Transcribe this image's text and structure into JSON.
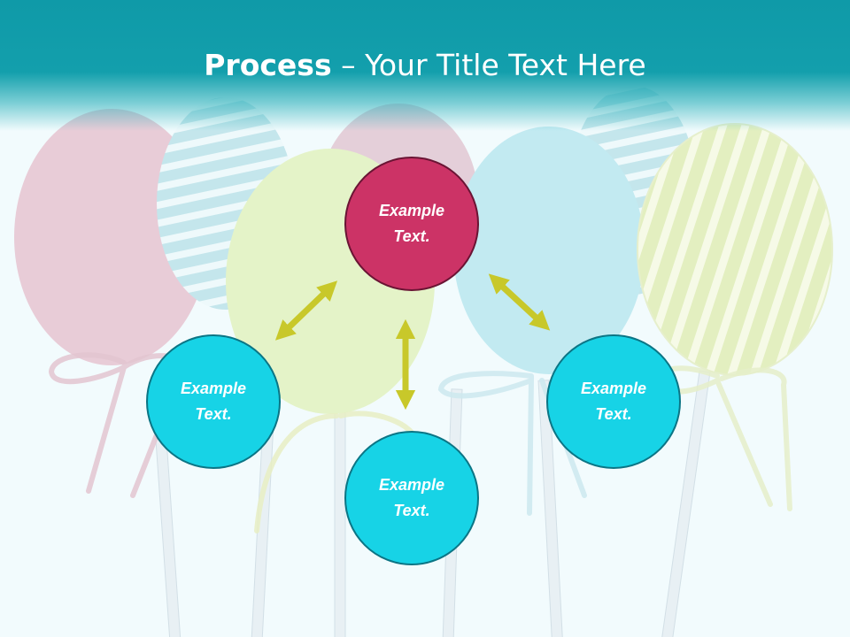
{
  "title": {
    "bold": "Process",
    "dash": "–",
    "rest": "Your Title Text Here"
  },
  "nodes": {
    "center": {
      "line1": "Example",
      "line2": "Text."
    },
    "left": {
      "line1": "Example",
      "line2": "Text."
    },
    "right": {
      "line1": "Example",
      "line2": "Text."
    },
    "bottom": {
      "line1": "Example",
      "line2": "Text."
    }
  },
  "colors": {
    "header": "#139fac",
    "center_node": "#cc3366",
    "outer_nodes": "#17d3e6",
    "arrows": "#c8c82a"
  }
}
